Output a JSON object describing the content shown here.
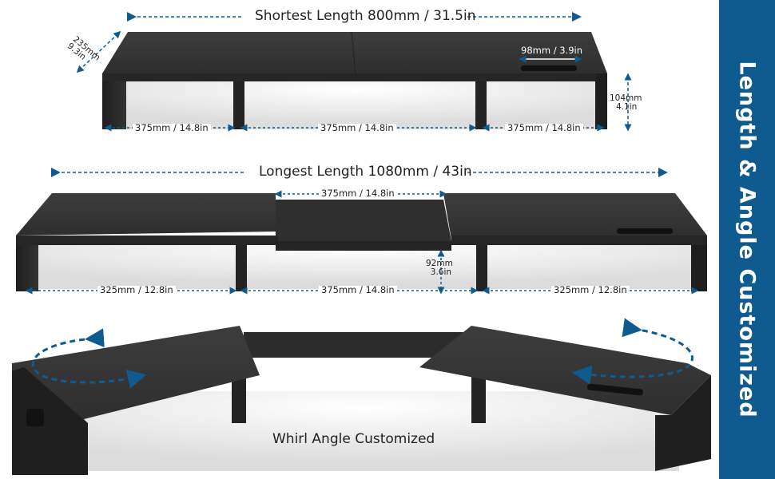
{
  "sidebar": {
    "title": "Length & Angle Customized"
  },
  "top": {
    "shortest": "Shortest Length 800mm / 31.5in",
    "depth_mm": "235mm",
    "depth_in": "9.3in",
    "slot": "98mm / 3.9in",
    "height_mm": "104mm",
    "height_in": "4.1in",
    "seg_left": "375mm / 14.8in",
    "seg_mid": "375mm / 14.8in",
    "seg_right": "375mm / 14.8in"
  },
  "middle": {
    "longest": "Longest Length 1080mm / 43in",
    "center_top": "375mm / 14.8in",
    "height_mm": "92mm",
    "height_in": "3.6in",
    "seg_left": "325mm / 12.8in",
    "seg_mid": "375mm / 14.8in",
    "seg_right": "325mm / 12.8in"
  },
  "bottom": {
    "caption": "Whirl Angle Customized"
  },
  "colors": {
    "accent": "#0f5b8f",
    "stand": "#2b2b2b",
    "stand_top": "#3a3a3a",
    "stand_edge": "#1a1a1a"
  }
}
